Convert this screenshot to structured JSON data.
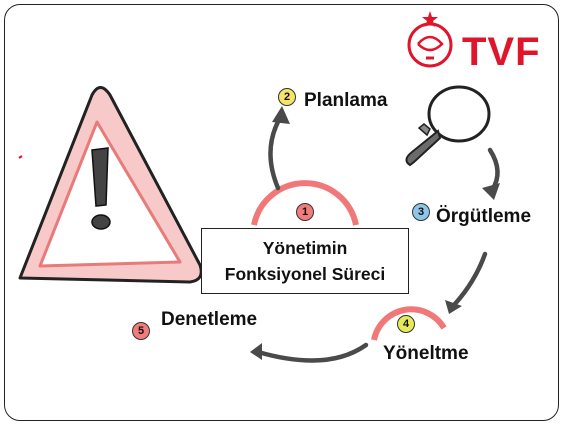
{
  "brand": {
    "text": "TVF",
    "color": "#e0142a"
  },
  "center": {
    "line1": "Yönetimin",
    "line2": "Fonksiyonel Süreci"
  },
  "steps": [
    {
      "num": "1",
      "label": "",
      "color": "#f27b7b"
    },
    {
      "num": "2",
      "label": "Planlama",
      "color": "#f5e36b"
    },
    {
      "num": "3",
      "label": "Örgütleme",
      "color": "#8dc6e8"
    },
    {
      "num": "4",
      "label": "Yöneltme",
      "color": "#e6ea5a"
    },
    {
      "num": "5",
      "label": "Denetleme",
      "color": "#f27b7b"
    }
  ],
  "colors": {
    "accent": "#e0142a",
    "arc": "#f07878",
    "arrow": "#4a4a4a",
    "warning_fill": "#f7c4c4",
    "warning_border": "#e87a7a"
  },
  "icons": {
    "warning": "warning-triangle-icon",
    "magnifier": "magnifying-glass-icon",
    "logo": "tvf-emblem-icon"
  }
}
